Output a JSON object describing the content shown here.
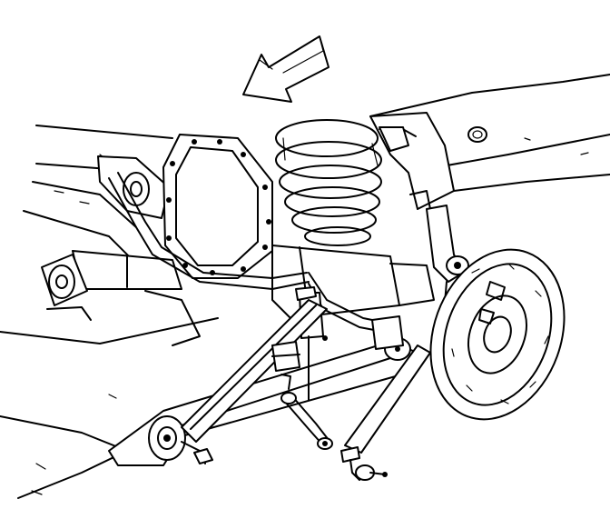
{
  "diagram": {
    "colors": {
      "line": "#000000",
      "background": "#ffffff"
    },
    "direction_arrow": {
      "icon": "front-direction-arrow-icon"
    },
    "parts": [
      "frame-rail-left",
      "frame-rail-right",
      "axle-housing",
      "differential-cover",
      "coil-spring",
      "stabilizer-bar",
      "stabilizer-link",
      "lower-control-arm",
      "brake-rotor",
      "shock-absorber",
      "spring-seat-bracket"
    ]
  }
}
